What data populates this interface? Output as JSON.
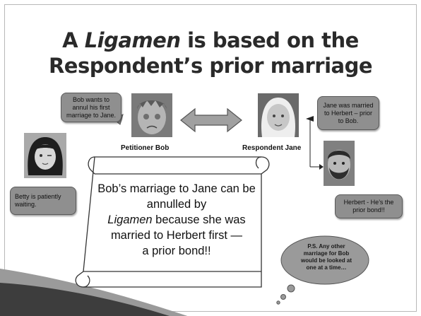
{
  "slide": {
    "title_line1_prefix": "A ",
    "title_line1_italic": "Ligamen",
    "title_line1_suffix": " is based on the",
    "title_line2": "Respondent’s prior marriage"
  },
  "callouts": {
    "bob": "Bob wants to annul his first marriage to Jane.",
    "jane": "Jane was married to Herbert – prior to Bob.",
    "betty": "Betty is patiently waiting.",
    "herbert": "Herbert - He’s the prior bond!!"
  },
  "captions": {
    "petitioner": "Petitioner Bob",
    "respondent": "Respondent Jane"
  },
  "scroll": {
    "line1": "Bob’s marriage to Jane can be annulled by",
    "italic": "Ligamen",
    "line2": " because she was married to Herbert first —",
    "line3": "a prior bond!!"
  },
  "thought": {
    "text": "P.S. Any other marriage for Bob would be looked at one at a time…"
  },
  "colors": {
    "callout_fill": "#8f8f8f",
    "title": "#2a2a2a",
    "arrow_fill": "#a0a0a0"
  }
}
